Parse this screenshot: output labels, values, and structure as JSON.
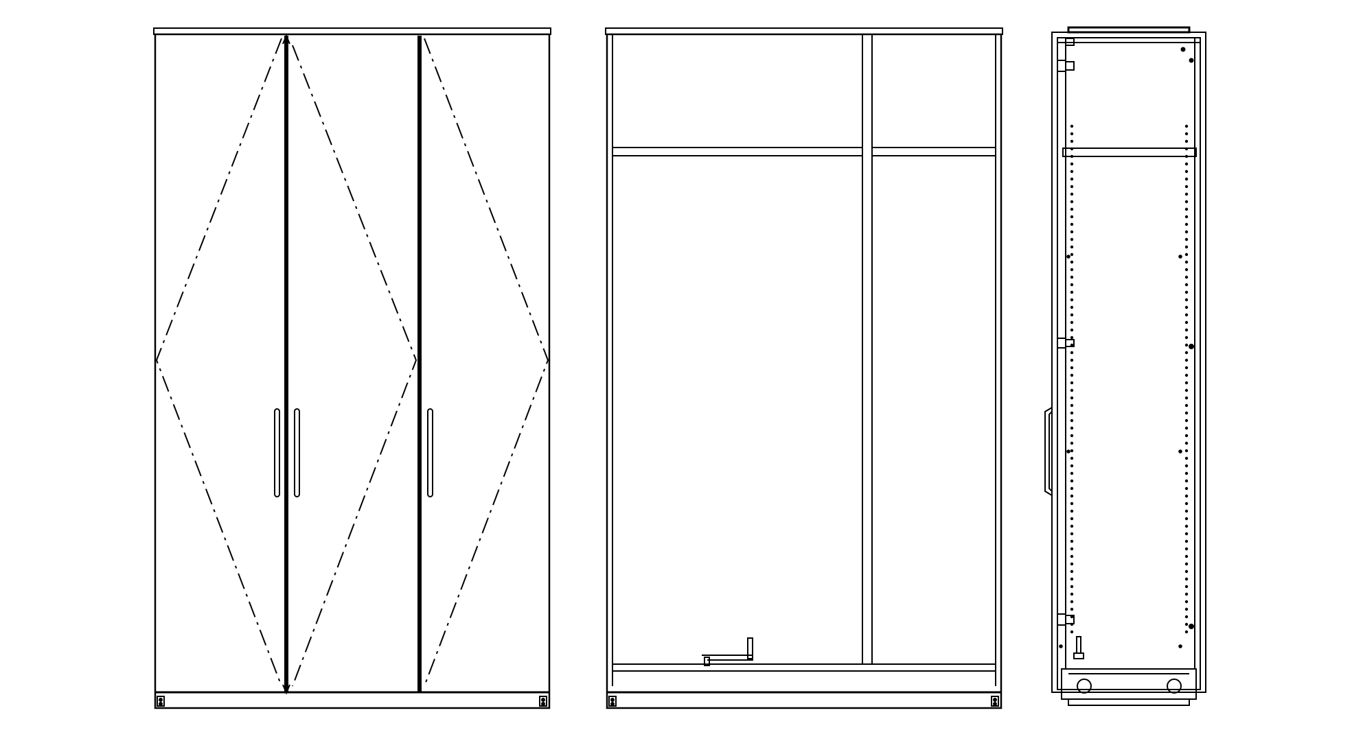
{
  "drawing": {
    "views": [
      {
        "id": "front",
        "doors": 3,
        "handles": 3,
        "opening_lines": "dashed"
      },
      {
        "id": "interior",
        "compartments": 2,
        "shelves": 2
      },
      {
        "id": "side"
      }
    ],
    "colors": {
      "stroke": "#000000",
      "background": "#ffffff"
    }
  }
}
